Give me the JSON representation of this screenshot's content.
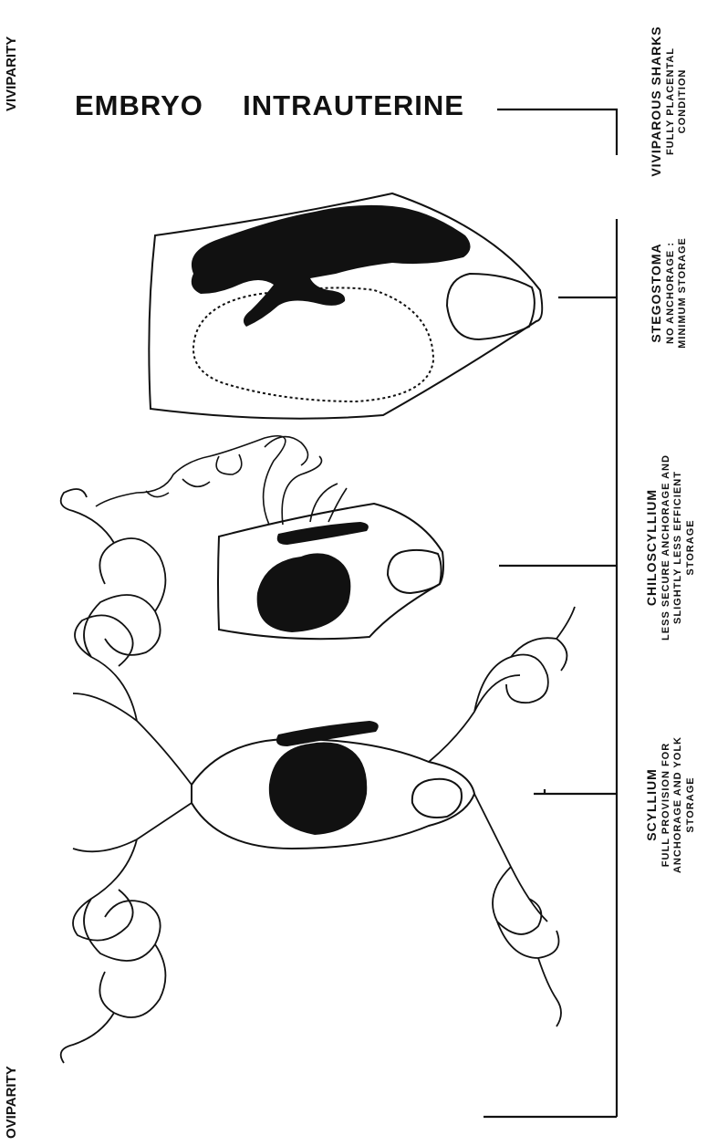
{
  "axis": {
    "top_label": "VIVIPARITY",
    "bottom_label": "OVIPARITY"
  },
  "title": {
    "word1": "EMBRYO",
    "word2": "INTRAUTERINE"
  },
  "stages": [
    {
      "name": "VIVIPAROUS SHARKS",
      "desc1": "FULLY PLACENTAL",
      "desc2": "CONDITION",
      "desc3": ""
    },
    {
      "name": "STEGOSTOMA",
      "desc1": "NO ANCHORAGE :",
      "desc2": "MINIMUM STORAGE",
      "desc3": ""
    },
    {
      "name": "CHILOSCYLLIUM",
      "desc1": "LESS SECURE ANCHORAGE AND",
      "desc2": "SLIGHTLY LESS EFFICIENT",
      "desc3": "STORAGE"
    },
    {
      "name": "SCYLLIUM",
      "desc1": "FULL PROVISION FOR",
      "desc2": "ANCHORAGE AND YOLK",
      "desc3": "STORAGE"
    }
  ]
}
